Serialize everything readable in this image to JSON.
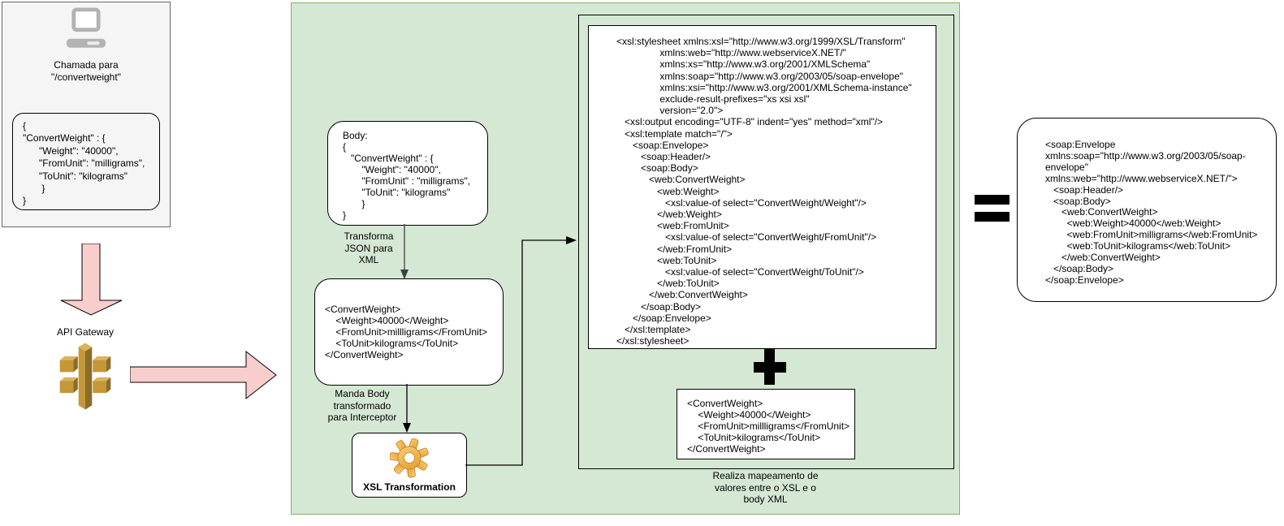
{
  "client": {
    "title": [
      "Chamada para",
      "\"/convertweight\""
    ],
    "request_json": [
      "{",
      "\"ConvertWeight\" : {",
      "      \"Weight\": \"40000\",",
      "      \"FromUnit\": \"milligrams\",",
      "      \"ToUnit\": \"kilograms\"",
      "       }",
      "}"
    ]
  },
  "api_gateway": {
    "label": "API Gateway"
  },
  "flow": {
    "body_json": [
      "Body:",
      "{",
      "   \"ConvertWeight\" : {",
      "       \"Weight\": \"40000\",",
      "       \"FromUnit\" : \"milligrams\",",
      "       \"ToUnit\": \"kilograms\"",
      "       }",
      "}"
    ],
    "arrow1_label": [
      "Transforma",
      "JSON para",
      "XML"
    ],
    "converted_xml": [
      "<ConvertWeight>",
      "    <Weight>40000</Weight>",
      "    <FromUnit>millligrams</FromUnit>",
      "    <ToUnit>kilograms</ToUnit>",
      "</ConvertWeight>"
    ],
    "arrow2_label": [
      "Manda Body",
      "transformado",
      "para Interceptor"
    ],
    "xsl_box_label": "XSL Transformation"
  },
  "mapping": {
    "xsl_stylesheet": [
      "<xsl:stylesheet xmlns:xsl=\"http://www.w3.org/1999/XSL/Transform\"",
      "                xmlns:web=\"http://www.webserviceX.NET/\"",
      "                xmlns:xs=\"http://www.w3.org/2001/XMLSchema\"",
      "                xmlns:soap=\"http://www.w3.org/2003/05/soap-envelope\"",
      "                xmlns:xsi=\"http://www.w3.org/2001/XMLSchema-instance\"",
      "                exclude-result-prefixes=\"xs xsi xsl\"",
      "                version=\"2.0\">",
      "   <xsl:output encoding=\"UTF-8\" indent=\"yes\" method=\"xml\"/>",
      "   <xsl:template match=\"/\">",
      "      <soap:Envelope>",
      "         <soap:Header/>",
      "         <soap:Body>",
      "            <web:ConvertWeight>",
      "               <web:Weight>",
      "                  <xsl:value-of select=\"ConvertWeight/Weight\"/>",
      "               </web:Weight>",
      "               <web:FromUnit>",
      "                  <xsl:value-of select=\"ConvertWeight/FromUnit\"/>",
      "               </web:FromUnit>",
      "               <web:ToUnit>",
      "                  <xsl:value-of select=\"ConvertWeight/ToUnit\"/>",
      "               </web:ToUnit>",
      "            </web:ConvertWeight>",
      "         </soap:Body>",
      "      </soap:Envelope>",
      "   </xsl:template>",
      "</xsl:stylesheet>"
    ],
    "body_xml": [
      "<ConvertWeight>",
      "    <Weight>40000</Weight>",
      "    <FromUnit>millligrams</FromUnit>",
      "    <ToUnit>kilograms</ToUnit>",
      "</ConvertWeight>"
    ],
    "caption": [
      "Realiza mapeamento de",
      "valores entre o XSL e o",
      "body XML"
    ]
  },
  "result": {
    "soap_envelope": [
      "<soap:Envelope",
      "xmlns:soap=\"http://www.w3.org/2003/05/soap-",
      "envelope\"",
      "xmlns:web=\"http://www.webserviceX.NET/\">",
      "   <soap:Header/>",
      "   <soap:Body>",
      "      <web:ConvertWeight>",
      "        <web:Weight>40000</web:Weight>",
      "        <web:FromUnit>milligrams</web:FromUnit>",
      "        <web:ToUnit>kilograms</web:ToUnit>",
      "      </web:ConvertWeight>",
      "   </soap:Body>",
      "</soap:Envelope>"
    ]
  },
  "icons": {
    "client": "computer-icon",
    "gateway": "api-gateway-icon",
    "transform": "gear-icon",
    "combine": "plus-icon",
    "equivalence": "equals-icon"
  },
  "colors": {
    "panel_fill": "#d5e8d4",
    "panel_border": "#82b366",
    "client_fill": "#f5f5f5",
    "client_border": "#666666",
    "arrow_fill": "#f8cecc",
    "gold_front": "#c49738",
    "gold_dark": "#8a6d29",
    "gold_light": "#d9b45b",
    "gear_orange": "#e59a2c"
  }
}
